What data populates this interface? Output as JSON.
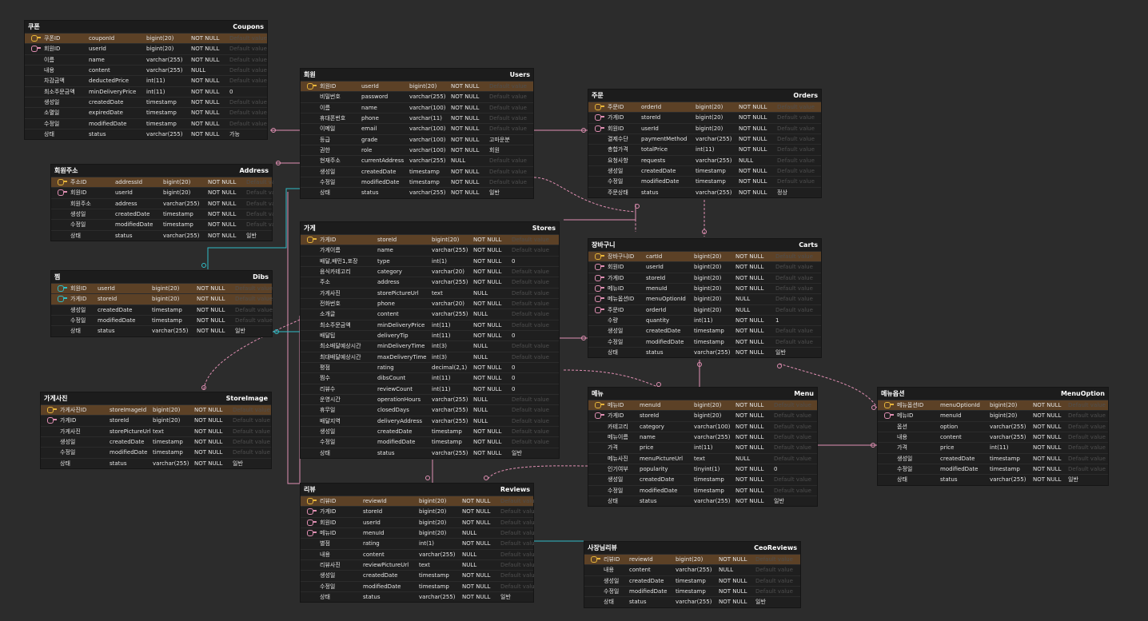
{
  "placeholder": "Default value",
  "colors": {
    "pk": "#e7b43a",
    "fk": "#e08fb3",
    "idx": "#2fbdc7",
    "link_pink": "#e08fb3",
    "link_cyan": "#2fbdc7"
  },
  "tables": [
    {
      "id": "coupons",
      "kr": "쿠폰",
      "en": "Coupons",
      "rows": [
        [
          "pk",
          "쿠폰ID",
          "couponId",
          "bigint(20)",
          "NOT NULL",
          ""
        ],
        [
          "fk",
          "회원ID",
          "userId",
          "bigint(20)",
          "NOT NULL",
          ""
        ],
        [
          "",
          "이름",
          "name",
          "varchar(255)",
          "NOT NULL",
          ""
        ],
        [
          "",
          "내용",
          "content",
          "varchar(255)",
          "NULL",
          ""
        ],
        [
          "",
          "차감금액",
          "deductedPrice",
          "int(11)",
          "NOT NULL",
          ""
        ],
        [
          "",
          "최소주문금액",
          "minDeliveryPrice",
          "int(11)",
          "NOT NULL",
          "0"
        ],
        [
          "",
          "생성일",
          "createdDate",
          "timestamp",
          "NOT NULL",
          ""
        ],
        [
          "",
          "소멸일",
          "expiredDate",
          "timestamp",
          "NOT NULL",
          ""
        ],
        [
          "",
          "수정일",
          "modifiedDate",
          "timestamp",
          "NOT NULL",
          ""
        ],
        [
          "",
          "상태",
          "status",
          "varchar(255)",
          "NOT NULL",
          "가능"
        ]
      ]
    },
    {
      "id": "address",
      "kr": "회원주소",
      "en": "Address",
      "rows": [
        [
          "pk",
          "주소ID",
          "addressId",
          "bigint(20)",
          "NOT NULL",
          ""
        ],
        [
          "fk",
          "회원ID",
          "userId",
          "bigint(20)",
          "NOT NULL",
          ""
        ],
        [
          "",
          "회원주소",
          "address",
          "varchar(255)",
          "NOT NULL",
          ""
        ],
        [
          "",
          "생성일",
          "createdDate",
          "timestamp",
          "NOT NULL",
          ""
        ],
        [
          "",
          "수정일",
          "modifiedDate",
          "timestamp",
          "NOT NULL",
          ""
        ],
        [
          "",
          "상태",
          "status",
          "varchar(255)",
          "NOT NULL",
          "일반"
        ]
      ]
    },
    {
      "id": "dibs",
      "kr": "찜",
      "en": "Dibs",
      "rows": [
        [
          "cyan",
          "회원ID",
          "userId",
          "bigint(20)",
          "NOT NULL",
          ""
        ],
        [
          "cyan",
          "가게ID",
          "storeId",
          "bigint(20)",
          "NOT NULL",
          ""
        ],
        [
          "",
          "생성일",
          "createdDate",
          "timestamp",
          "NOT NULL",
          ""
        ],
        [
          "",
          "수정일",
          "modifiedDate",
          "timestamp",
          "NOT NULL",
          ""
        ],
        [
          "",
          "상태",
          "status",
          "varchar(255)",
          "NOT NULL",
          "일반"
        ]
      ]
    },
    {
      "id": "storeimage",
      "kr": "가게사진",
      "en": "StoreImage",
      "rows": [
        [
          "pk",
          "가게사진ID",
          "storeImageId",
          "bigint(20)",
          "NOT NULL",
          ""
        ],
        [
          "fk",
          "가게ID",
          "storeId",
          "bigint(20)",
          "NOT NULL",
          ""
        ],
        [
          "",
          "가게사진",
          "storePictureUrl",
          "text",
          "NOT NULL",
          ""
        ],
        [
          "",
          "생성일",
          "createdDate",
          "timestamp",
          "NOT NULL",
          ""
        ],
        [
          "",
          "수정일",
          "modifiedDate",
          "timestamp",
          "NOT NULL",
          ""
        ],
        [
          "",
          "상태",
          "status",
          "varchar(255)",
          "NOT NULL",
          "일반"
        ]
      ]
    },
    {
      "id": "users",
      "kr": "회원",
      "en": "Users",
      "rows": [
        [
          "pk",
          "회원ID",
          "userId",
          "bigint(20)",
          "NOT NULL",
          ""
        ],
        [
          "",
          "비밀번호",
          "password",
          "varchar(255)",
          "NOT NULL",
          ""
        ],
        [
          "",
          "이름",
          "name",
          "varchar(100)",
          "NOT NULL",
          ""
        ],
        [
          "",
          "휴대폰번호",
          "phone",
          "varchar(11)",
          "NOT NULL",
          ""
        ],
        [
          "",
          "이메일",
          "email",
          "varchar(100)",
          "NOT NULL",
          ""
        ],
        [
          "",
          "등급",
          "grade",
          "varchar(100)",
          "NOT NULL",
          "고마운분"
        ],
        [
          "",
          "권한",
          "role",
          "varchar(100)",
          "NOT NULL",
          "회원"
        ],
        [
          "",
          "현재주소",
          "currentAddress",
          "varchar(255)",
          "NULL",
          ""
        ],
        [
          "",
          "생성일",
          "createdDate",
          "timestamp",
          "NOT NULL",
          ""
        ],
        [
          "",
          "수정일",
          "modifiedDate",
          "timestamp",
          "NOT NULL",
          ""
        ],
        [
          "",
          "상태",
          "status",
          "varchar(255)",
          "NOT NULL",
          "일반"
        ]
      ]
    },
    {
      "id": "stores",
      "kr": "가게",
      "en": "Stores",
      "rows": [
        [
          "pk",
          "가게ID",
          "storeId",
          "bigint(20)",
          "NOT NULL",
          ""
        ],
        [
          "",
          "가게이름",
          "name",
          "varchar(255)",
          "NOT NULL",
          ""
        ],
        [
          "",
          "배달,배민1,포장",
          "type",
          "int(1)",
          "NOT NULL",
          "0"
        ],
        [
          "",
          "음식카테고리",
          "category",
          "varchar(20)",
          "NOT NULL",
          ""
        ],
        [
          "",
          "주소",
          "address",
          "varchar(255)",
          "NOT NULL",
          ""
        ],
        [
          "",
          "가게사진",
          "storePictureUrl",
          "text",
          "NULL",
          ""
        ],
        [
          "",
          "전화번호",
          "phone",
          "varchar(20)",
          "NOT NULL",
          ""
        ],
        [
          "",
          "소개글",
          "content",
          "varchar(255)",
          "NULL",
          ""
        ],
        [
          "",
          "최소주문금액",
          "minDeliveryPrice",
          "int(11)",
          "NOT NULL",
          ""
        ],
        [
          "",
          "배달팁",
          "deliveryTip",
          "int(11)",
          "NOT NULL",
          "0"
        ],
        [
          "",
          "최소배달예상시간",
          "minDeliveryTime",
          "int(3)",
          "NULL",
          ""
        ],
        [
          "",
          "최대배달예상시간",
          "maxDeliveryTime",
          "int(3)",
          "NULL",
          ""
        ],
        [
          "",
          "평점",
          "rating",
          "decimal(2,1)",
          "NOT NULL",
          "0"
        ],
        [
          "",
          "찜수",
          "dibsCount",
          "int(11)",
          "NOT NULL",
          "0"
        ],
        [
          "",
          "리뷰수",
          "reviewCount",
          "int(11)",
          "NOT NULL",
          "0"
        ],
        [
          "",
          "운영시간",
          "operationHours",
          "varchar(255)",
          "NULL",
          ""
        ],
        [
          "",
          "휴무일",
          "closedDays",
          "varchar(255)",
          "NULL",
          ""
        ],
        [
          "",
          "배달지역",
          "deliveryAddress",
          "varchar(255)",
          "NULL",
          ""
        ],
        [
          "",
          "생성일",
          "createdDate",
          "timestamp",
          "NOT NULL",
          ""
        ],
        [
          "",
          "수정일",
          "modifiedDate",
          "timestamp",
          "NOT NULL",
          ""
        ],
        [
          "",
          "상태",
          "status",
          "varchar(255)",
          "NOT NULL",
          "일반"
        ]
      ]
    },
    {
      "id": "reviews",
      "kr": "리뷰",
      "en": "Reviews",
      "rows": [
        [
          "pk",
          "리뷰ID",
          "reviewId",
          "bigint(20)",
          "NOT NULL",
          ""
        ],
        [
          "fk",
          "가게ID",
          "storeId",
          "bigint(20)",
          "NOT NULL",
          ""
        ],
        [
          "fk",
          "회원ID",
          "userId",
          "bigint(20)",
          "NOT NULL",
          ""
        ],
        [
          "fk",
          "메뉴ID",
          "menuId",
          "bigint(20)",
          "NULL",
          ""
        ],
        [
          "",
          "별점",
          "rating",
          "int(1)",
          "NOT NULL",
          ""
        ],
        [
          "",
          "내용",
          "content",
          "varchar(255)",
          "NULL",
          ""
        ],
        [
          "",
          "리뷰사진",
          "reviewPictureUrl",
          "text",
          "NULL",
          ""
        ],
        [
          "",
          "생성일",
          "createdDate",
          "timestamp",
          "NOT NULL",
          ""
        ],
        [
          "",
          "수정일",
          "modifiedDate",
          "timestamp",
          "NOT NULL",
          ""
        ],
        [
          "",
          "상태",
          "status",
          "varchar(255)",
          "NOT NULL",
          "일반"
        ]
      ]
    },
    {
      "id": "orders",
      "kr": "주문",
      "en": "Orders",
      "rows": [
        [
          "pk",
          "주문ID",
          "orderId",
          "bigint(20)",
          "NOT NULL",
          ""
        ],
        [
          "fk",
          "가게ID",
          "storeId",
          "bigint(20)",
          "NOT NULL",
          ""
        ],
        [
          "fk",
          "회원ID",
          "userId",
          "bigint(20)",
          "NOT NULL",
          ""
        ],
        [
          "",
          "결제수단",
          "paymentMethod",
          "varchar(255)",
          "NOT NULL",
          ""
        ],
        [
          "",
          "총합가격",
          "totalPrice",
          "int(11)",
          "NOT NULL",
          ""
        ],
        [
          "",
          "요청사항",
          "requests",
          "varchar(255)",
          "NULL",
          ""
        ],
        [
          "",
          "생성일",
          "createdDate",
          "timestamp",
          "NOT NULL",
          ""
        ],
        [
          "",
          "수정일",
          "modifiedDate",
          "timestamp",
          "NOT NULL",
          ""
        ],
        [
          "",
          "주문상태",
          "status",
          "varchar(255)",
          "NOT NULL",
          "정상"
        ]
      ]
    },
    {
      "id": "carts",
      "kr": "장바구니",
      "en": "Carts",
      "rows": [
        [
          "pk",
          "장바구니ID",
          "cartId",
          "bigint(20)",
          "NOT NULL",
          ""
        ],
        [
          "fk",
          "회원ID",
          "userId",
          "bigint(20)",
          "NOT NULL",
          ""
        ],
        [
          "fk",
          "가게ID",
          "storeId",
          "bigint(20)",
          "NOT NULL",
          ""
        ],
        [
          "fk",
          "메뉴ID",
          "menuId",
          "bigint(20)",
          "NOT NULL",
          ""
        ],
        [
          "fk",
          "메뉴옵션ID",
          "menuOptionId",
          "bigint(20)",
          "NULL",
          ""
        ],
        [
          "fk",
          "주문ID",
          "orderId",
          "bigint(20)",
          "NULL",
          ""
        ],
        [
          "",
          "수량",
          "quantity",
          "int(11)",
          "NOT NULL",
          "1"
        ],
        [
          "",
          "생성일",
          "createdDate",
          "timestamp",
          "NOT NULL",
          ""
        ],
        [
          "",
          "수정일",
          "modifiedDate",
          "timestamp",
          "NOT NULL",
          ""
        ],
        [
          "",
          "상태",
          "status",
          "varchar(255)",
          "NOT NULL",
          "일반"
        ]
      ]
    },
    {
      "id": "menu",
      "kr": "메뉴",
      "en": "Menu",
      "rows": [
        [
          "pk",
          "메뉴ID",
          "menuId",
          "bigint(20)",
          "NOT NULL",
          ""
        ],
        [
          "fk",
          "가게ID",
          "storeId",
          "bigint(20)",
          "NOT NULL",
          ""
        ],
        [
          "",
          "카테고리",
          "category",
          "varchar(100)",
          "NOT NULL",
          ""
        ],
        [
          "",
          "메뉴이름",
          "name",
          "varchar(255)",
          "NOT NULL",
          ""
        ],
        [
          "",
          "가격",
          "price",
          "int(11)",
          "NOT NULL",
          ""
        ],
        [
          "",
          "메뉴사진",
          "menuPictureUrl",
          "text",
          "NULL",
          ""
        ],
        [
          "",
          "인기여부",
          "popularity",
          "tinyint(1)",
          "NOT NULL",
          "0"
        ],
        [
          "",
          "생성일",
          "createdDate",
          "timestamp",
          "NOT NULL",
          ""
        ],
        [
          "",
          "수정일",
          "modifiedDate",
          "timestamp",
          "NOT NULL",
          ""
        ],
        [
          "",
          "상태",
          "status",
          "varchar(255)",
          "NOT NULL",
          "일반"
        ]
      ]
    },
    {
      "id": "menuoption",
      "kr": "메뉴옵션",
      "en": "MenuOption",
      "rows": [
        [
          "pk",
          "메뉴옵션ID",
          "menuOptionId",
          "bigint(20)",
          "NOT NULL",
          ""
        ],
        [
          "fk",
          "메뉴ID",
          "menuId",
          "bigint(20)",
          "NOT NULL",
          ""
        ],
        [
          "",
          "옵션",
          "option",
          "varchar(255)",
          "NOT NULL",
          ""
        ],
        [
          "",
          "내용",
          "content",
          "varchar(255)",
          "NOT NULL",
          ""
        ],
        [
          "",
          "가격",
          "price",
          "int(11)",
          "NOT NULL",
          ""
        ],
        [
          "",
          "생성일",
          "createdDate",
          "timestamp",
          "NOT NULL",
          ""
        ],
        [
          "",
          "수정일",
          "modifiedDate",
          "timestamp",
          "NOT NULL",
          ""
        ],
        [
          "",
          "상태",
          "status",
          "varchar(255)",
          "NOT NULL",
          "일반"
        ]
      ]
    },
    {
      "id": "ceoreviews",
      "kr": "사장님리뷰",
      "en": "CeoReviews",
      "rows": [
        [
          "pk",
          "리뷰ID",
          "reviewId",
          "bigint(20)",
          "NOT NULL",
          ""
        ],
        [
          "",
          "내용",
          "content",
          "varchar(255)",
          "NULL",
          ""
        ],
        [
          "",
          "생성일",
          "createdDate",
          "timestamp",
          "NOT NULL",
          ""
        ],
        [
          "",
          "수정일",
          "modifiedDate",
          "timestamp",
          "NOT NULL",
          ""
        ],
        [
          "",
          "상태",
          "status",
          "varchar(255)",
          "NOT NULL",
          "일반"
        ]
      ]
    }
  ]
}
